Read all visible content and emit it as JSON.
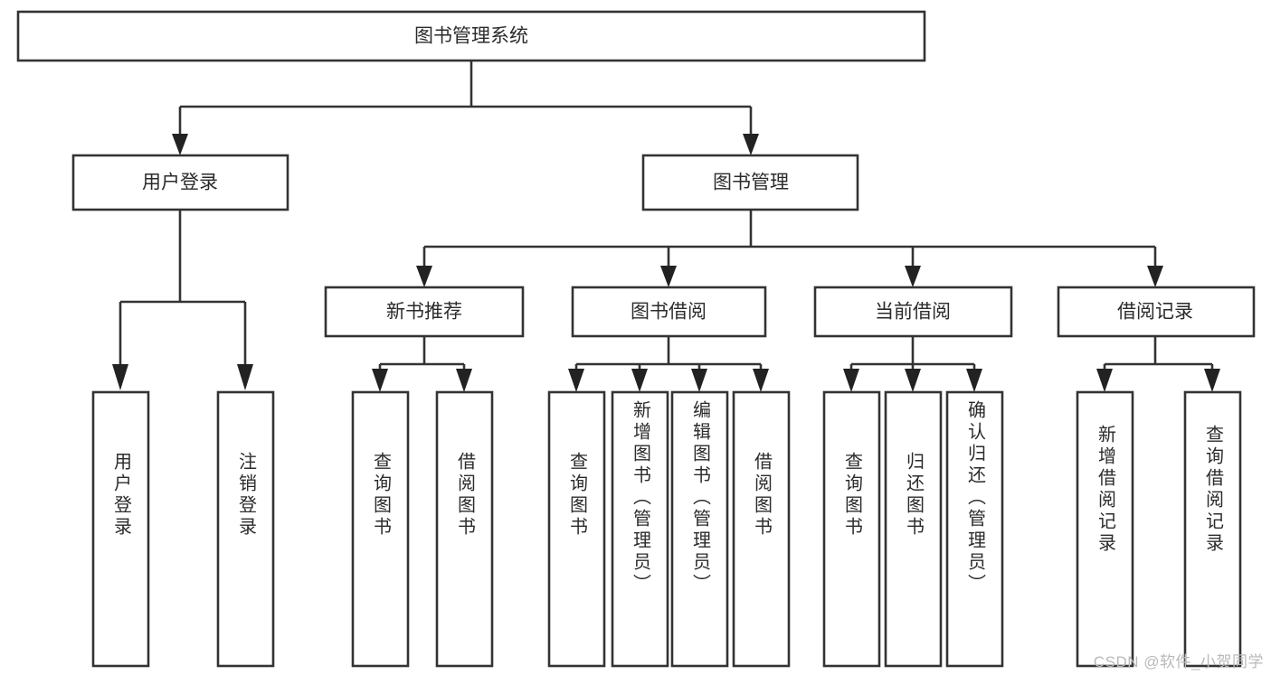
{
  "diagram": {
    "type": "tree",
    "title": "图书管理系统",
    "watermark": "CSDN @软件_小贺同学",
    "colors": {
      "background": "#ffffff",
      "box_fill": "#ffffff",
      "box_stroke": "#333333",
      "text": "#2b2b2b",
      "arrow": "#222222",
      "watermark": "#b9b9b9"
    },
    "levels": {
      "root": {
        "label": "图书管理系统",
        "orientation": "horizontal"
      },
      "level2": [
        {
          "label": "用户登录",
          "orientation": "horizontal"
        },
        {
          "label": "图书管理",
          "orientation": "horizontal"
        }
      ],
      "level3": [
        {
          "label": "新书推荐",
          "orientation": "horizontal",
          "parent": "图书管理"
        },
        {
          "label": "图书借阅",
          "orientation": "horizontal",
          "parent": "图书管理"
        },
        {
          "label": "当前借阅",
          "orientation": "horizontal",
          "parent": "图书管理"
        },
        {
          "label": "借阅记录",
          "orientation": "horizontal",
          "parent": "图书管理"
        }
      ],
      "leaves": [
        {
          "label": "用户登录",
          "orientation": "vertical",
          "parent": "用户登录"
        },
        {
          "label": "注销登录",
          "orientation": "vertical",
          "parent": "用户登录"
        },
        {
          "label": "查询图书",
          "orientation": "vertical",
          "parent": "新书推荐"
        },
        {
          "label": "借阅图书",
          "orientation": "vertical",
          "parent": "新书推荐"
        },
        {
          "label": "查询图书",
          "orientation": "vertical",
          "parent": "图书借阅"
        },
        {
          "label": "新增图书（管理员）",
          "orientation": "vertical",
          "parent": "图书借阅"
        },
        {
          "label": "编辑图书（管理员）",
          "orientation": "vertical",
          "parent": "图书借阅"
        },
        {
          "label": "借阅图书",
          "orientation": "vertical",
          "parent": "图书借阅"
        },
        {
          "label": "查询图书",
          "orientation": "vertical",
          "parent": "当前借阅"
        },
        {
          "label": "归还图书",
          "orientation": "vertical",
          "parent": "当前借阅"
        },
        {
          "label": "确认归还（管理员）",
          "orientation": "vertical",
          "parent": "当前借阅"
        },
        {
          "label": "新增借阅记录",
          "orientation": "vertical",
          "parent": "借阅记录"
        },
        {
          "label": "查询借阅记录",
          "orientation": "vertical",
          "parent": "借阅记录"
        }
      ]
    }
  }
}
